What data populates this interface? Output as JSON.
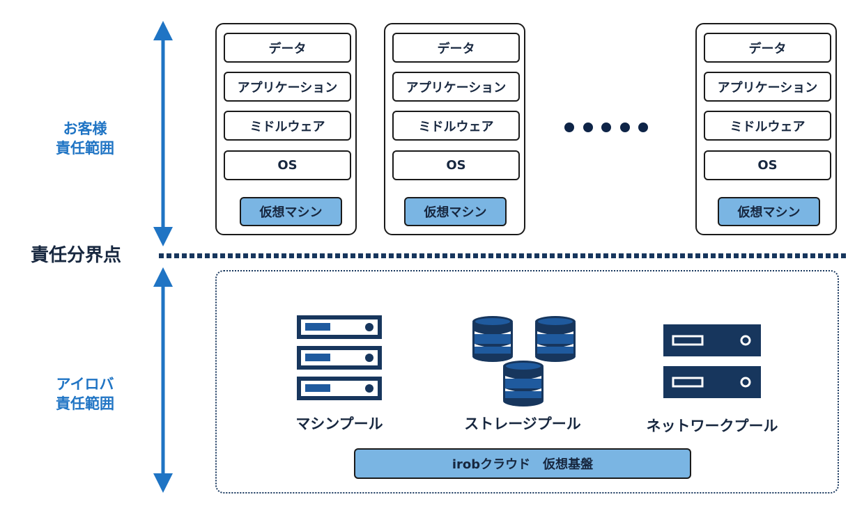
{
  "customer_scope": {
    "line1": "お客様",
    "line2": "責任範囲"
  },
  "irobuilder_scope": {
    "line1": "アイロバ",
    "line2": "責任範囲"
  },
  "boundary": {
    "label": "責任分界点"
  },
  "stacks": [
    {
      "layers": [
        "データ",
        "アプリケーション",
        "ミドルウェア",
        "OS"
      ],
      "vm_label": "仮想マシン"
    },
    {
      "layers": [
        "データ",
        "アプリケーション",
        "ミドルウェア",
        "OS"
      ],
      "vm_label": "仮想マシン"
    },
    {
      "layers": [
        "データ",
        "アプリケーション",
        "ミドルウェア",
        "OS"
      ],
      "vm_label": "仮想マシン"
    }
  ],
  "pools": [
    {
      "label": "マシンプール",
      "icon": "server-rack-icon"
    },
    {
      "label": "ストレージプール",
      "icon": "storage-database-icon"
    },
    {
      "label": "ネットワークプール",
      "icon": "network-switch-icon"
    }
  ],
  "platform": {
    "label": "irobクラウド　仮想基盤"
  },
  "colors": {
    "scope_blue": "#1f74c4",
    "vm_fill": "#7ab5e3",
    "navy": "#17365d",
    "text_dark": "#17273f"
  }
}
